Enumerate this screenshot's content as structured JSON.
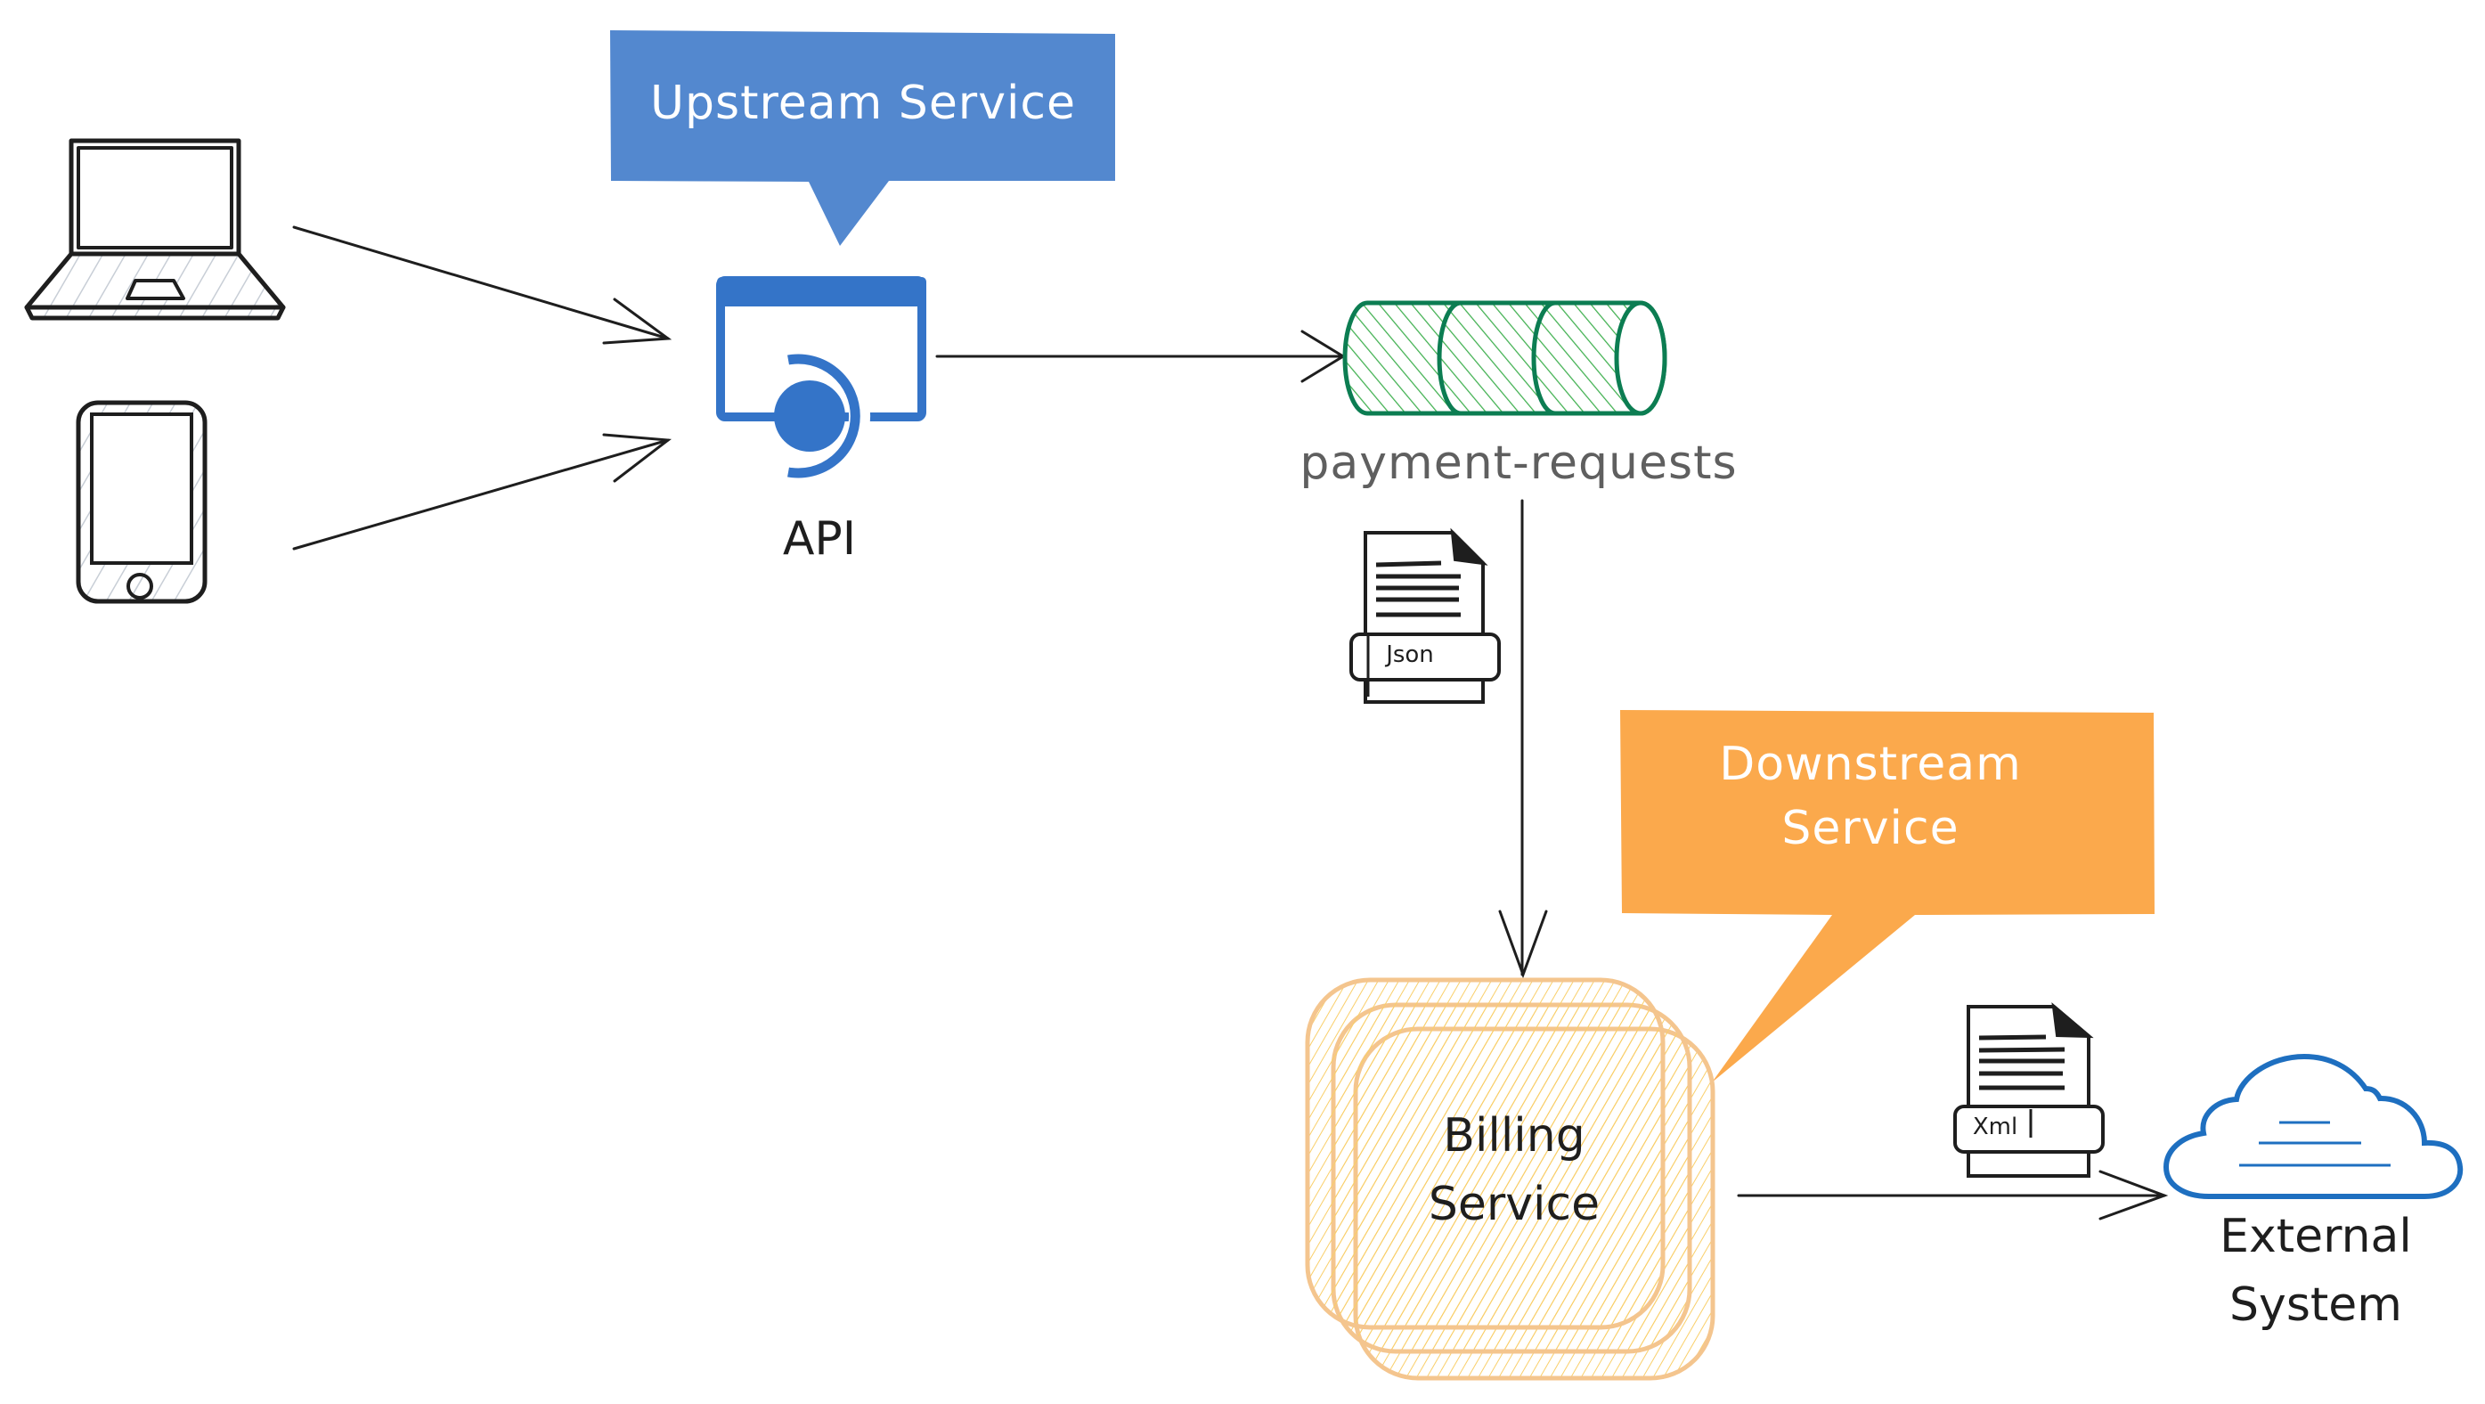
{
  "diagram": {
    "callouts": {
      "upstream": {
        "label": "Upstream Service",
        "color": "#5388cf",
        "text_color": "#ffffff"
      },
      "downstream": {
        "label_line1": "Downstream",
        "label_line2": "Service",
        "color": "#fba94c",
        "text_color": "#ffffff"
      }
    },
    "clients": [
      {
        "id": "laptop",
        "icon": "laptop-icon"
      },
      {
        "id": "phone",
        "icon": "smartphone-icon"
      }
    ],
    "nodes": {
      "api": {
        "label": "API",
        "icon": "api-window-icon",
        "color": "#3474c8"
      },
      "queue": {
        "label": "payment-requests",
        "icon": "queue-cylinder-icon",
        "stroke": "#0c7d52",
        "hatch": "#40b050"
      },
      "billing": {
        "label_line1": "Billing",
        "label_line2": "Service",
        "icon": "stacked-service-icon",
        "stroke": "#f4c58e",
        "hatch": "#f9cf6a"
      },
      "external": {
        "label_line1": "External",
        "label_line2": "System",
        "icon": "cloud-icon",
        "color": "#1e6fc0"
      }
    },
    "payloads": {
      "json": {
        "tag": "Json",
        "icon": "document-icon"
      },
      "xml": {
        "tag": "Xml",
        "icon": "document-icon"
      }
    },
    "edges": [
      {
        "from": "laptop",
        "to": "api"
      },
      {
        "from": "phone",
        "to": "api"
      },
      {
        "from": "api",
        "to": "queue"
      },
      {
        "from": "queue",
        "to": "billing",
        "payload": "Json"
      },
      {
        "from": "billing",
        "to": "external",
        "payload": "Xml"
      }
    ],
    "colors": {
      "stroke": "#1e1e1e",
      "device_hatch": "#c8ced6"
    }
  }
}
